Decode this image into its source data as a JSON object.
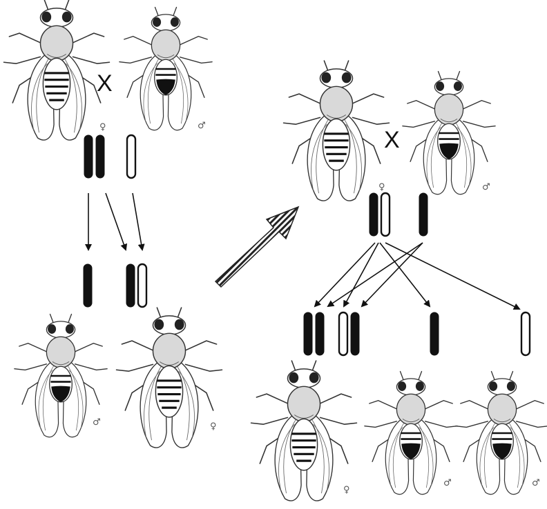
{
  "diagram": {
    "cross_symbol": "X",
    "female_symbol": "♀",
    "male_symbol": "♂",
    "colors": {
      "stroke": "#222222",
      "solid_chromosome": "#111111",
      "open_chromosome": "#ffffff",
      "light_shading": "#d9d9d9"
    }
  },
  "generation1": {
    "female_parent": {
      "sex": "♀",
      "chromosomes": [
        "filled",
        "filled"
      ]
    },
    "male_parent": {
      "sex": "♂",
      "chromosomes": [
        "open"
      ]
    },
    "offspring": [
      {
        "sex": "♂",
        "chromosomes": [
          "filled"
        ]
      },
      {
        "sex": "♀",
        "chromosomes": [
          "filled",
          "open"
        ]
      }
    ]
  },
  "generation2": {
    "female_parent": {
      "sex": "♀",
      "chromosomes": [
        "filled",
        "open"
      ]
    },
    "male_parent": {
      "sex": "♂",
      "chromosomes": [
        "filled"
      ]
    },
    "offspring": [
      {
        "sex": "♀",
        "chromosomes": [
          "filled",
          "filled"
        ]
      },
      {
        "sex": "♀",
        "chromosomes": [
          "open",
          "filled"
        ]
      },
      {
        "sex": "♂",
        "chromosomes": [
          "filled"
        ]
      },
      {
        "sex": "♂",
        "chromosomes": [
          "open"
        ]
      }
    ]
  }
}
